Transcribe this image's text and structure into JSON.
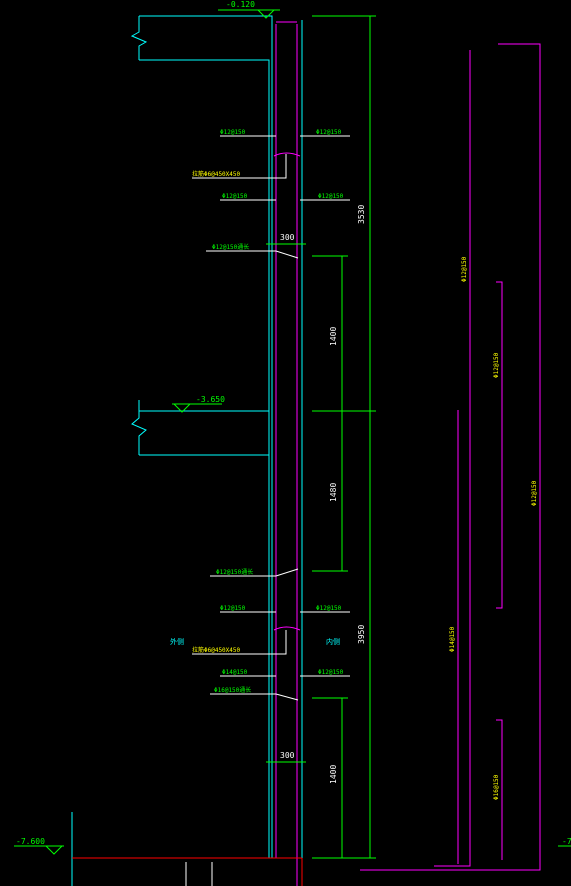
{
  "colors": {
    "background": "#000000",
    "green": "#00ff00",
    "cyan": "#00ffff",
    "magenta": "#ff00ff",
    "white": "#ffffff",
    "yellow": "#ffff00",
    "red": "#ff0000"
  },
  "levels": {
    "top": "-0.120",
    "middle": "-3.650",
    "bottom": "-7.600",
    "bottom_right": "-7"
  },
  "dimensions": {
    "upper_height": "3530",
    "lower_height": "3950",
    "wall_thickness_upper": "300",
    "wall_thickness_lower": "300",
    "lap_upper": "1400",
    "lap_middle": "1480",
    "lap_lower": "1400"
  },
  "rebar_labels": {
    "u_left_1": "Φ12@150",
    "u_right_1": "Φ12@150",
    "u_tie": "拉筋Φ6@450X450",
    "u_left_2": "Φ12@150",
    "u_right_2": "Φ12@150",
    "u_extend": "Φ12@150通长",
    "m_extend": "Φ12@150通长",
    "l_left_1": "Φ12@150",
    "l_right_1": "Φ12@150",
    "l_tie": "拉筋Φ6@450X450",
    "l_left_2": "Φ14@150",
    "l_right_2": "Φ12@150",
    "l_extend": "Φ16@150通长",
    "side_outer_left": "外侧",
    "side_inner_right": "内侧"
  },
  "bar_schedule": {
    "bar_a": "Φ12@150",
    "bar_b": "Φ12@150",
    "bar_c": "Φ12@150",
    "bar_d": "Φ14@150",
    "bar_e": "Φ16@150"
  }
}
